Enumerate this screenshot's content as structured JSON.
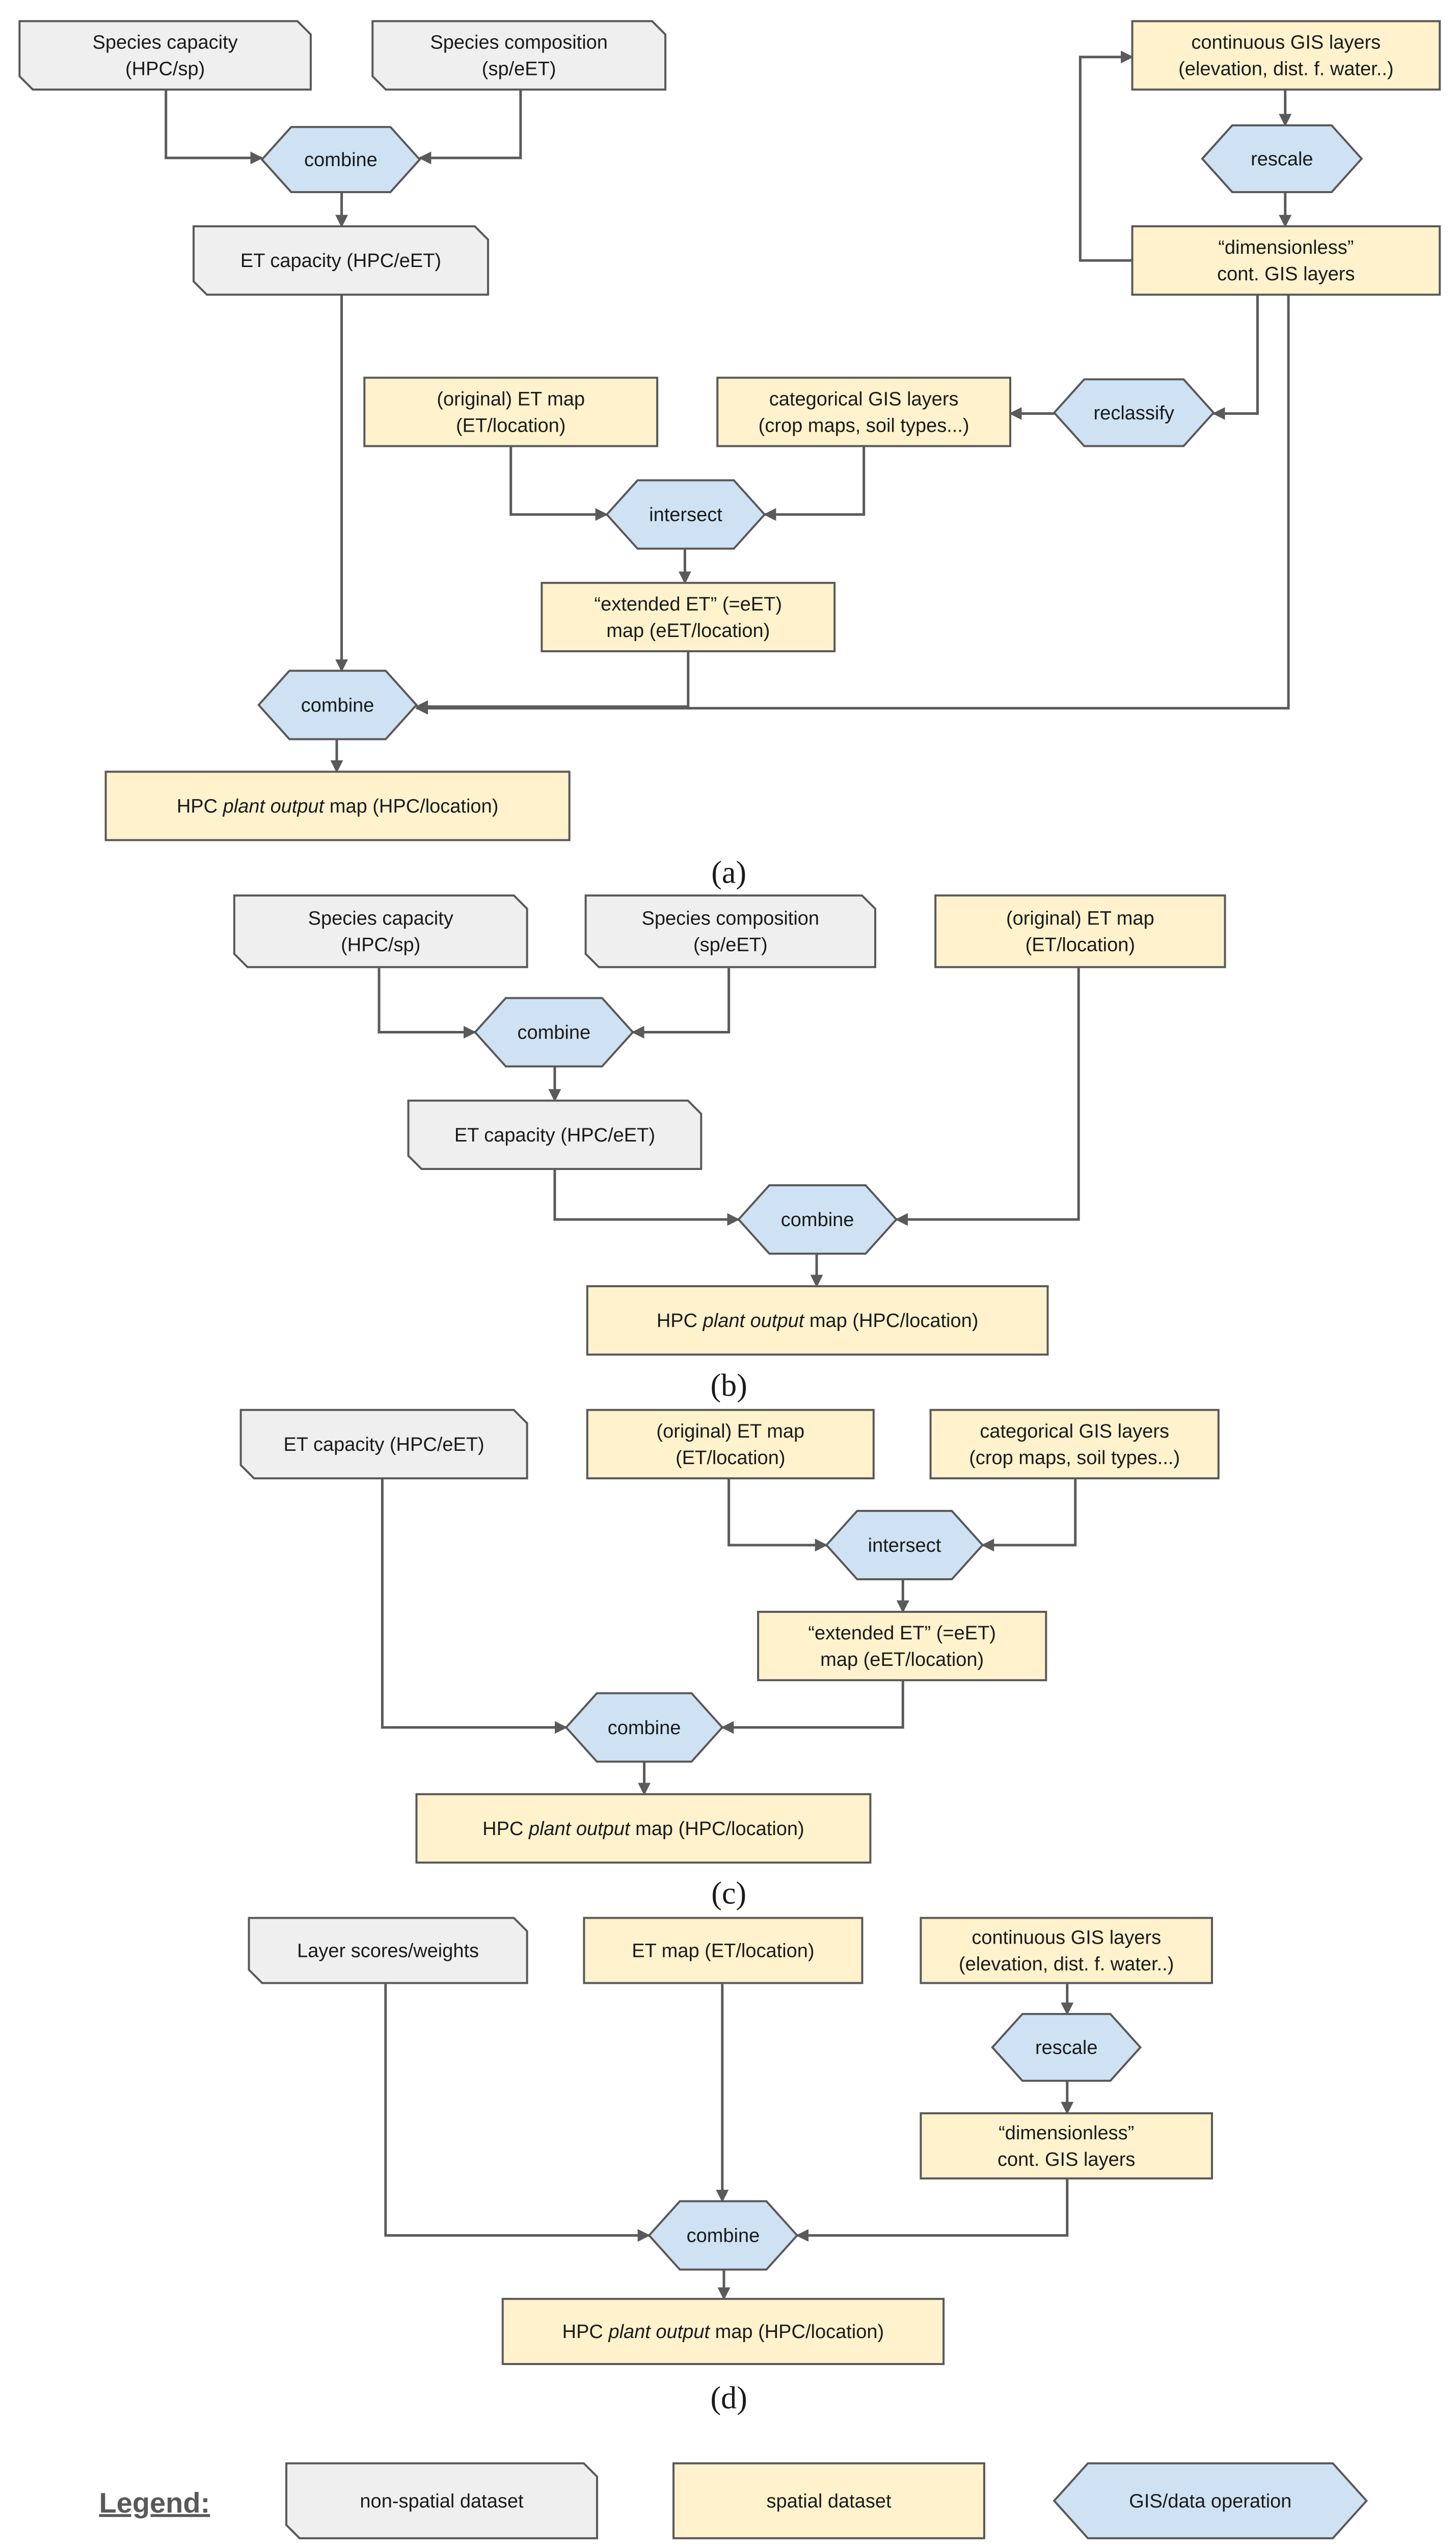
{
  "colors": {
    "non_spatial_fill": "#efefef",
    "spatial_fill": "#fff2cc",
    "operation_fill": "#cfe2f3",
    "stroke": "#595959"
  },
  "panels": [
    {
      "label": "(a)",
      "nodes": [
        {
          "id": "a_sp_cap",
          "kind": "non-spatial",
          "lines": [
            "Species capacity",
            "(HPC/sp)"
          ]
        },
        {
          "id": "a_sp_comp",
          "kind": "non-spatial",
          "lines": [
            "Species composition",
            "(sp/eET)"
          ]
        },
        {
          "id": "a_combine1",
          "kind": "operation",
          "lines": [
            "combine"
          ]
        },
        {
          "id": "a_et_cap",
          "kind": "non-spatial",
          "lines": [
            "ET capacity (HPC/eET)"
          ]
        },
        {
          "id": "a_cont_gis",
          "kind": "spatial",
          "lines": [
            "continuous GIS layers",
            "(elevation, dist. f. water..)"
          ]
        },
        {
          "id": "a_rescale",
          "kind": "operation",
          "lines": [
            "rescale"
          ]
        },
        {
          "id": "a_dimless",
          "kind": "spatial",
          "lines": [
            "“dimensionless”",
            "cont. GIS layers"
          ]
        },
        {
          "id": "a_orig_et",
          "kind": "spatial",
          "lines": [
            "(original) ET map",
            "(ET/location)"
          ]
        },
        {
          "id": "a_cat_gis",
          "kind": "spatial",
          "lines": [
            "categorical GIS layers",
            "(crop maps, soil types...)"
          ]
        },
        {
          "id": "a_reclassify",
          "kind": "operation",
          "lines": [
            "reclassify"
          ]
        },
        {
          "id": "a_intersect",
          "kind": "operation",
          "lines": [
            "intersect"
          ]
        },
        {
          "id": "a_ext_et",
          "kind": "spatial",
          "lines": [
            "“extended ET” (=eET)",
            "map (eET/location)"
          ]
        },
        {
          "id": "a_combine2",
          "kind": "operation",
          "lines": [
            "combine"
          ]
        },
        {
          "id": "a_output",
          "kind": "spatial",
          "lines": [
            "HPC |plant output| map (HPC/location)"
          ]
        }
      ]
    },
    {
      "label": "(b)",
      "nodes": [
        {
          "id": "b_sp_cap",
          "kind": "non-spatial",
          "lines": [
            "Species capacity",
            "(HPC/sp)"
          ]
        },
        {
          "id": "b_sp_comp",
          "kind": "non-spatial",
          "lines": [
            "Species composition",
            "(sp/eET)"
          ]
        },
        {
          "id": "b_orig_et",
          "kind": "spatial",
          "lines": [
            "(original) ET map",
            "(ET/location)"
          ]
        },
        {
          "id": "b_combine1",
          "kind": "operation",
          "lines": [
            "combine"
          ]
        },
        {
          "id": "b_et_cap",
          "kind": "non-spatial",
          "lines": [
            "ET capacity (HPC/eET)"
          ]
        },
        {
          "id": "b_combine2",
          "kind": "operation",
          "lines": [
            "combine"
          ]
        },
        {
          "id": "b_output",
          "kind": "spatial",
          "lines": [
            "HPC |plant output| map (HPC/location)"
          ]
        }
      ]
    },
    {
      "label": "(c)",
      "nodes": [
        {
          "id": "c_et_cap",
          "kind": "non-spatial",
          "lines": [
            "ET capacity (HPC/eET)"
          ]
        },
        {
          "id": "c_orig_et",
          "kind": "spatial",
          "lines": [
            "(original) ET map",
            "(ET/location)"
          ]
        },
        {
          "id": "c_cat_gis",
          "kind": "spatial",
          "lines": [
            "categorical GIS layers",
            "(crop maps, soil types...)"
          ]
        },
        {
          "id": "c_intersect",
          "kind": "operation",
          "lines": [
            "intersect"
          ]
        },
        {
          "id": "c_ext_et",
          "kind": "spatial",
          "lines": [
            "“extended ET” (=eET)",
            "map (eET/location)"
          ]
        },
        {
          "id": "c_combine",
          "kind": "operation",
          "lines": [
            "combine"
          ]
        },
        {
          "id": "c_output",
          "kind": "spatial",
          "lines": [
            "HPC |plant output| map (HPC/location)"
          ]
        }
      ]
    },
    {
      "label": "(d)",
      "nodes": [
        {
          "id": "d_scores",
          "kind": "non-spatial",
          "lines": [
            "Layer scores/weights"
          ]
        },
        {
          "id": "d_et_map",
          "kind": "spatial",
          "lines": [
            "ET map (ET/location)"
          ]
        },
        {
          "id": "d_cont_gis",
          "kind": "spatial",
          "lines": [
            "continuous GIS layers",
            "(elevation, dist. f. water..)"
          ]
        },
        {
          "id": "d_rescale",
          "kind": "operation",
          "lines": [
            "rescale"
          ]
        },
        {
          "id": "d_dimless",
          "kind": "spatial",
          "lines": [
            "“dimensionless”",
            "cont. GIS layers"
          ]
        },
        {
          "id": "d_combine",
          "kind": "operation",
          "lines": [
            "combine"
          ]
        },
        {
          "id": "d_output",
          "kind": "spatial",
          "lines": [
            "HPC |plant output| map (HPC/location)"
          ]
        }
      ]
    }
  ],
  "legend": {
    "title": "Legend:",
    "items": [
      {
        "id": "leg_nonspatial",
        "kind": "non-spatial",
        "lines": [
          "non-spatial dataset"
        ]
      },
      {
        "id": "leg_spatial",
        "kind": "spatial",
        "lines": [
          "spatial dataset"
        ]
      },
      {
        "id": "leg_operation",
        "kind": "operation",
        "lines": [
          "GIS/data operation"
        ]
      }
    ]
  }
}
